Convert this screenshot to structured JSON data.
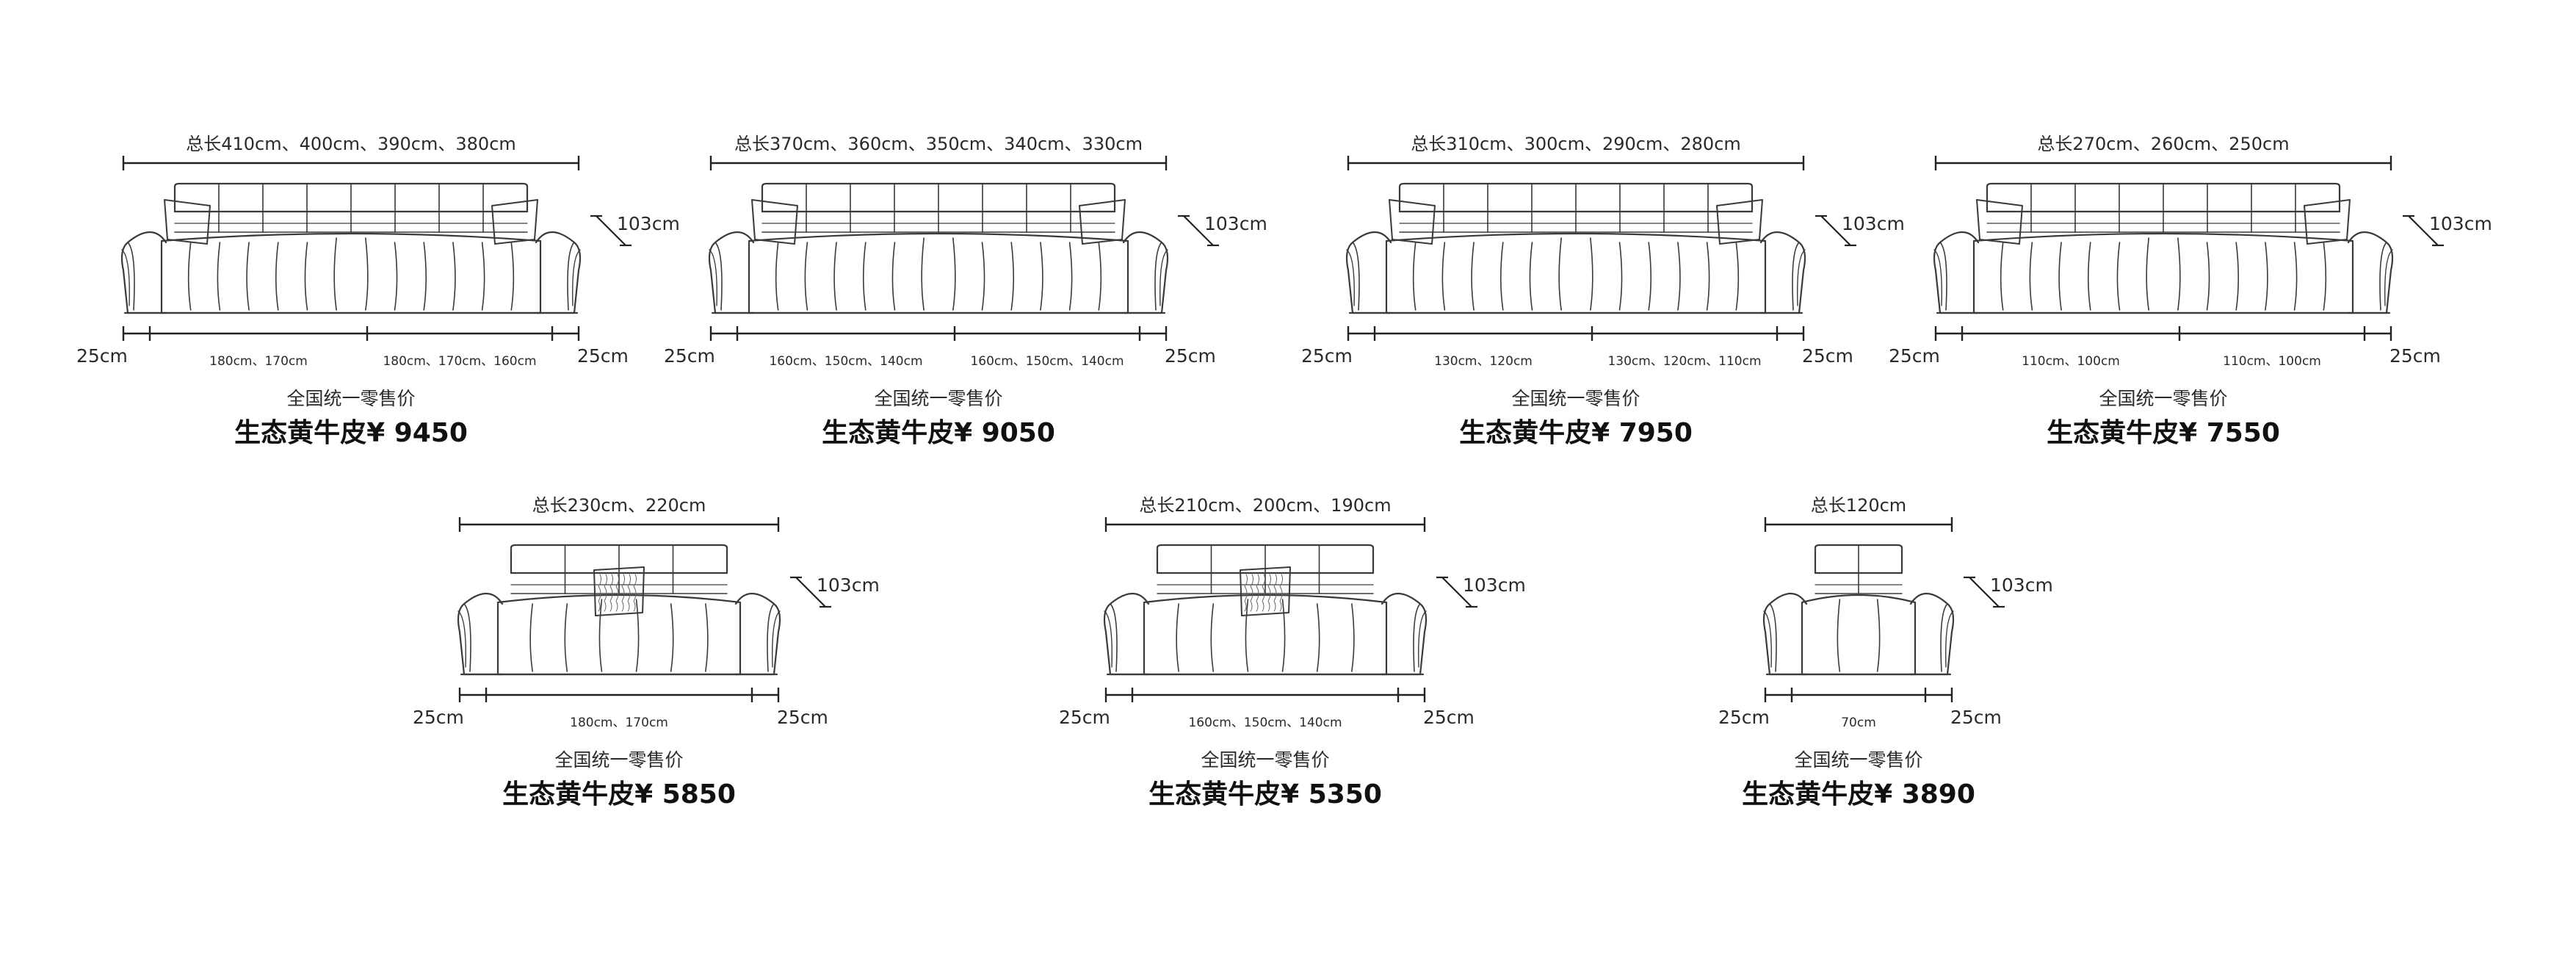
{
  "caption": "全国统一零售价",
  "price_prefix": "生态黄牛皮¥ ",
  "products": [
    {
      "id": "s1",
      "total": "总长410cm、400cm、390cm、380cm",
      "depth": "103cm",
      "arm_left": "25cm",
      "arm_right": "25cm",
      "seats": [
        "180cm、170cm",
        "180cm、170cm、160cm"
      ],
      "price": "9450",
      "variant": "four-seat"
    },
    {
      "id": "s2",
      "total": "总长370cm、360cm、350cm、340cm、330cm",
      "depth": "103cm",
      "arm_left": "25cm",
      "arm_right": "25cm",
      "seats": [
        "160cm、150cm、140cm",
        "160cm、150cm、140cm"
      ],
      "price": "9050",
      "variant": "four-seat"
    },
    {
      "id": "s3",
      "total": "总长310cm、300cm、290cm、280cm",
      "depth": "103cm",
      "arm_left": "25cm",
      "arm_right": "25cm",
      "seats": [
        "130cm、120cm",
        "130cm、120cm、110cm"
      ],
      "price": "7950",
      "variant": "four-seat"
    },
    {
      "id": "s4",
      "total": "总长270cm、260cm、250cm",
      "depth": "103cm",
      "arm_left": "25cm",
      "arm_right": "25cm",
      "seats": [
        "110cm、100cm",
        "110cm、100cm"
      ],
      "price": "7550",
      "variant": "four-seat"
    },
    {
      "id": "s5",
      "total": "总长230cm、220cm",
      "depth": "103cm",
      "arm_left": "25cm",
      "arm_right": "25cm",
      "seats": [
        "180cm、170cm"
      ],
      "price": "5850",
      "variant": "three-seat"
    },
    {
      "id": "s6",
      "total": "总长210cm、200cm、190cm",
      "depth": "103cm",
      "arm_left": "25cm",
      "arm_right": "25cm",
      "seats": [
        "160cm、150cm、140cm"
      ],
      "price": "5350",
      "variant": "three-seat"
    },
    {
      "id": "s7",
      "total": "总长120cm",
      "depth": "103cm",
      "arm_left": "25cm",
      "arm_right": "25cm",
      "seats": [
        "70cm"
      ],
      "price": "3890",
      "variant": "armchair"
    }
  ]
}
